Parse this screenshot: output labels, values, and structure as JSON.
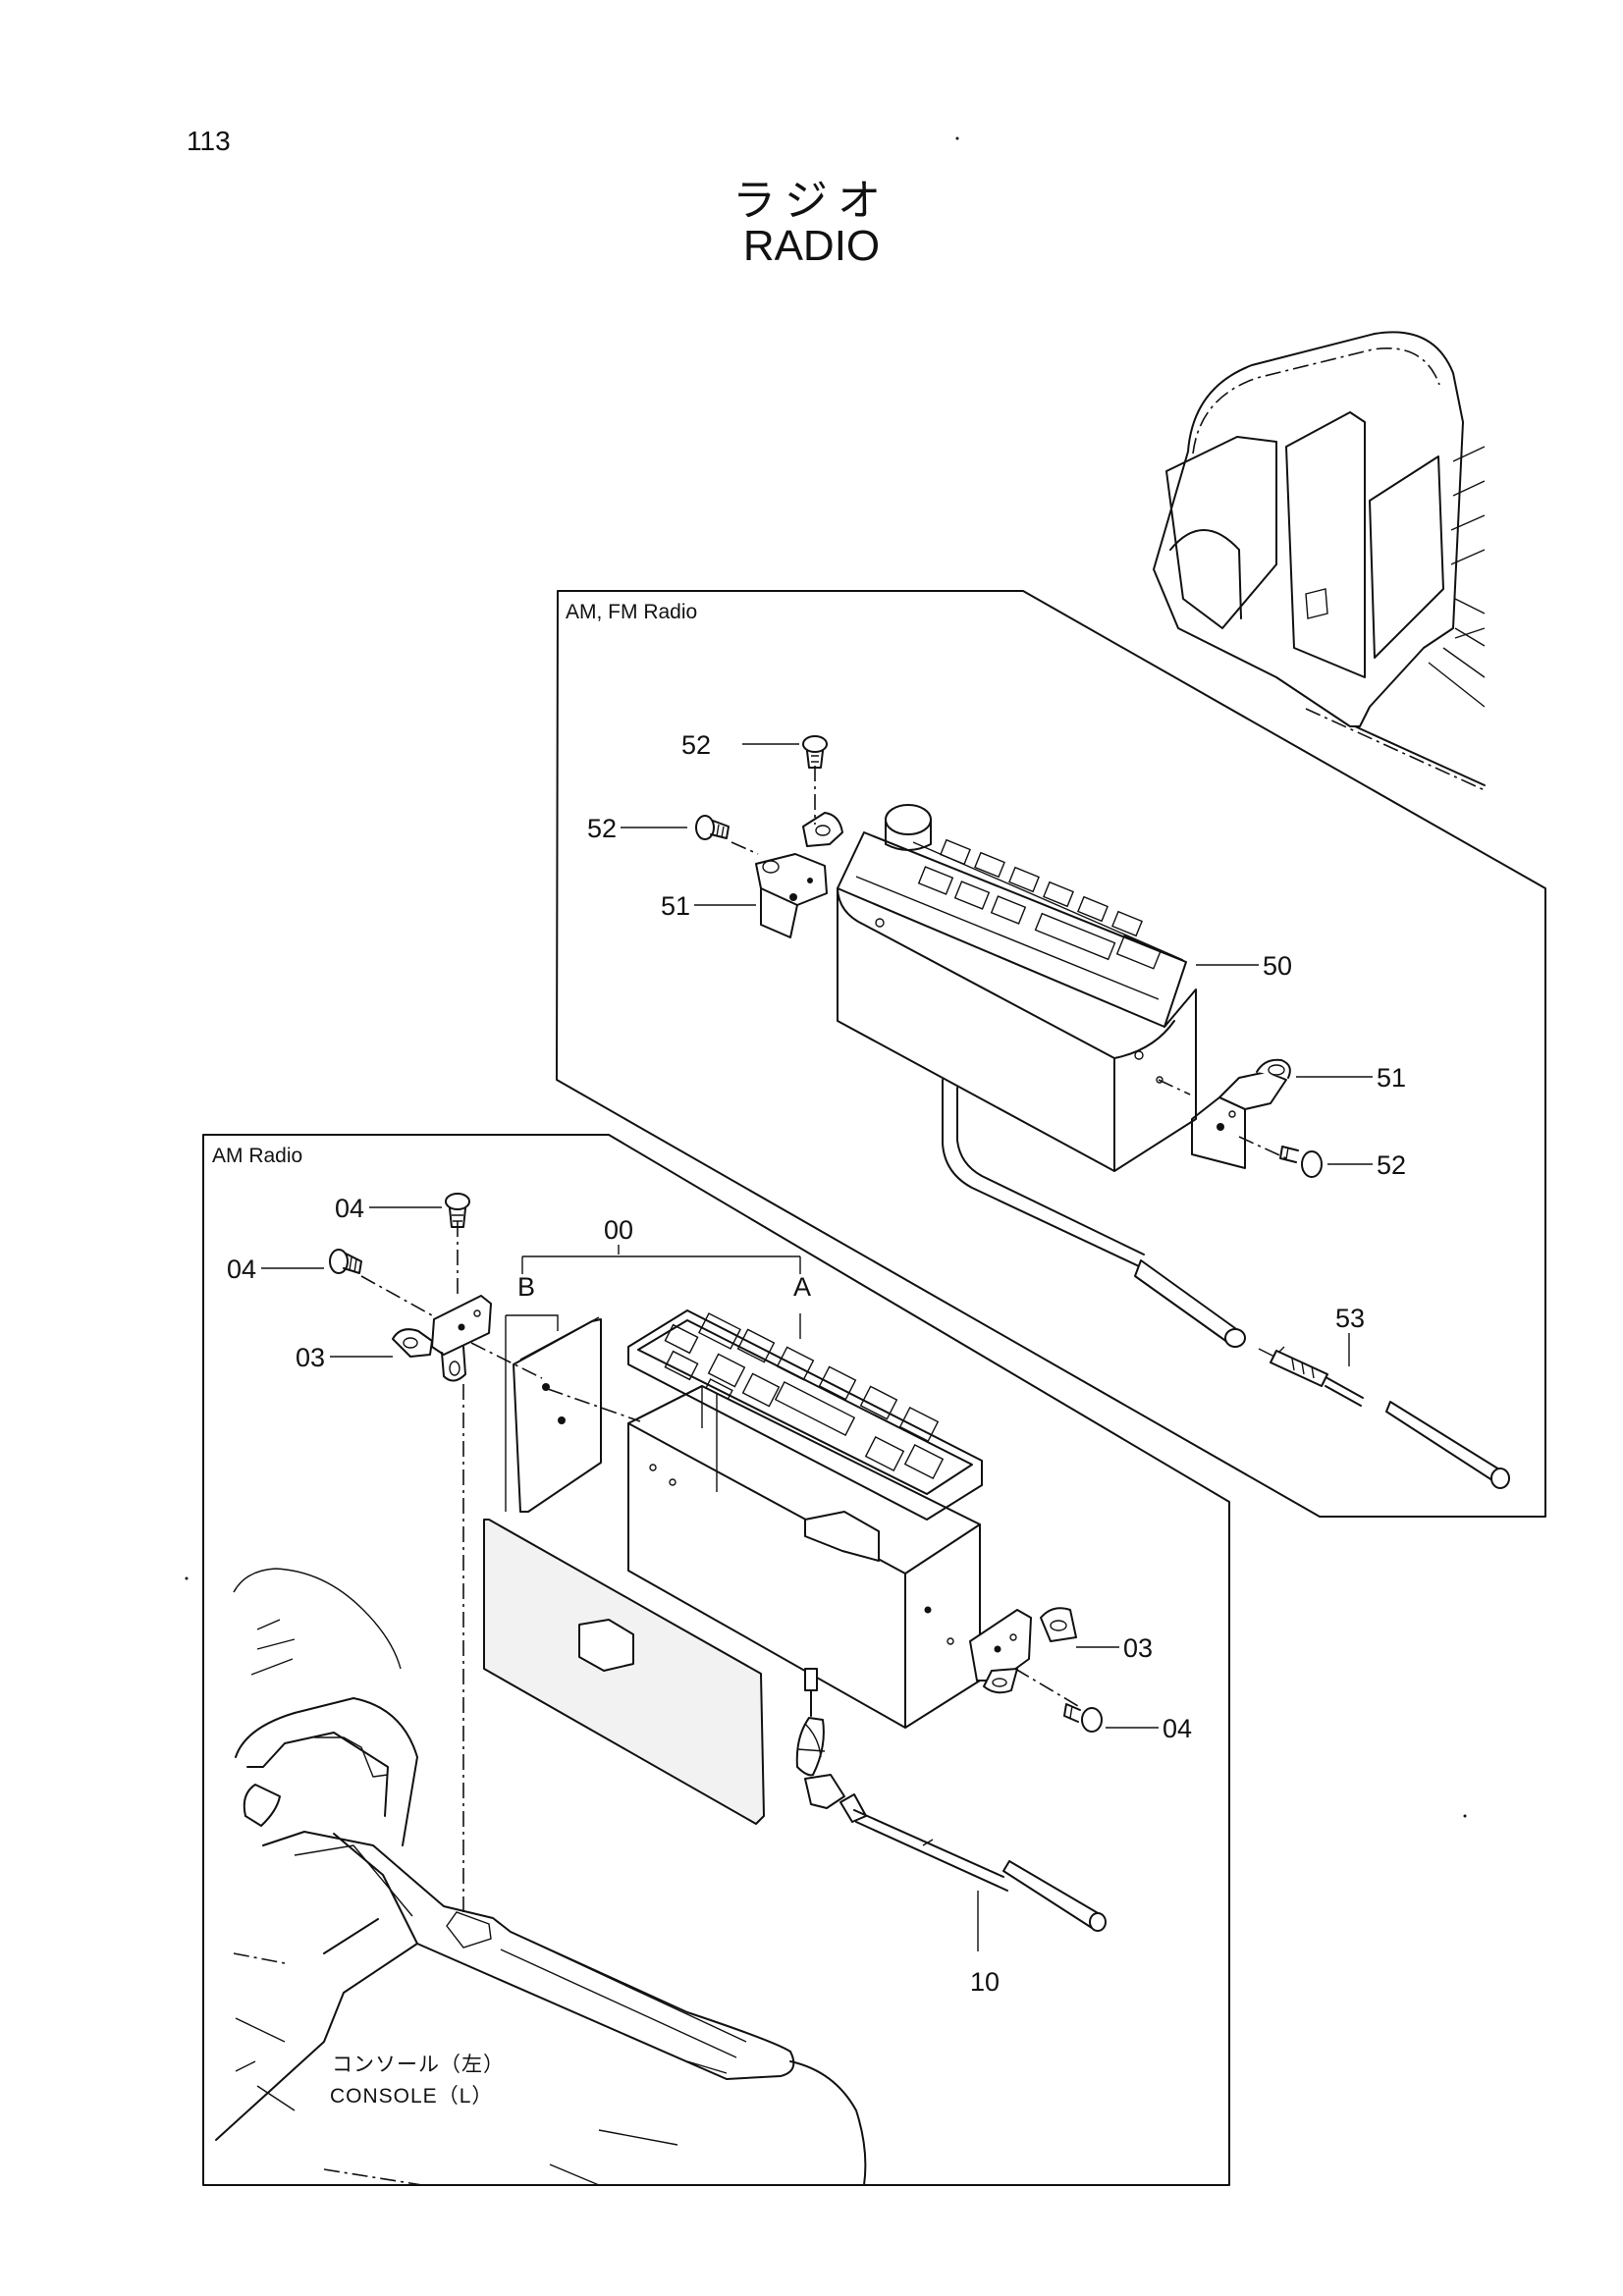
{
  "page": {
    "number": "113",
    "title_ja": "ラジオ",
    "title_en": "RADIO"
  },
  "groups": {
    "am_fm": {
      "label": "AM, FM Radio"
    },
    "am": {
      "label": "AM Radio"
    }
  },
  "parts": {
    "p50": "50",
    "p51_left": "51",
    "p51_right": "51",
    "p52_top": "52",
    "p52_left": "52",
    "p52_right": "52",
    "p53": "53",
    "p00": "00",
    "p03_left": "03",
    "p03_right": "03",
    "p04_top": "04",
    "p04_left": "04",
    "p04_right": "04",
    "p10": "10",
    "pA": "A",
    "pB": "B"
  },
  "console": {
    "label_ja": "コンソール（左）",
    "label_en": "CONSOLE（L）"
  }
}
